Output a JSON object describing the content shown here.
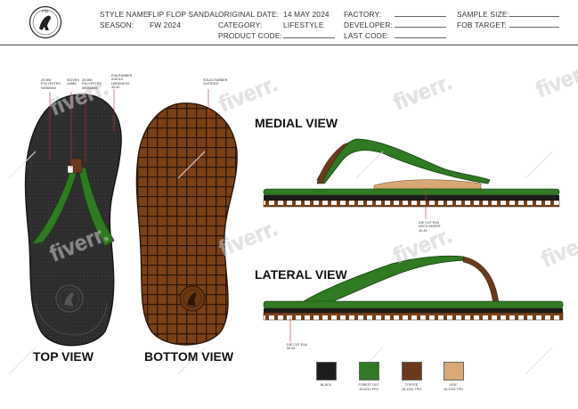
{
  "header": {
    "logo_text": "PTAL",
    "style_label": "STYLE NAME:",
    "style_value": "FLIP FLOP SANDAL",
    "season_label": "SEASON:",
    "season_value": "FW 2024",
    "orig_date_label": "ORIGINAL DATE:",
    "orig_date_value": "14 MAY 2024",
    "category_label": "CATEGORY:",
    "category_value": "LIFESTYLE",
    "product_code_label": "PRODUCT CODE:",
    "factory_label": "FACTORY:",
    "developer_label": "DEVELOPER:",
    "last_code_label": "LAST CODE:",
    "sample_size_label": "SAMPLE SIZE:",
    "fob_target_label": "FOB TARGET:"
  },
  "views": {
    "top": "TOP VIEW",
    "bottom": "BOTTOM VIEW",
    "medial": "MEDIAL VIEW",
    "lateral": "LATERAL VIEW"
  },
  "callouts": {
    "webbing": "25 MM\nPOLYESTER\nWEBBING",
    "woven_label": "WOVEN\nLABEL",
    "poly_webbing": "25 MM\nPOLYESTER\nWEBBING",
    "eva_insole": "EVA RUBBER\nINSOLE\nHARDNESS\n35-40",
    "solid_rubber": "SOLID RUBBER\nOUTSOLE",
    "arch_insert": "DIE CUT EVA\nARCH INSERT\n40-45",
    "midsole": "DIE CUT EVA\n50-55"
  },
  "watermark": "fiverr.",
  "swatches": [
    {
      "name": "BLACK",
      "code": "",
      "color": "#1c1c1c"
    },
    {
      "name": "FOREST GLF",
      "code": "19-6211 TPG",
      "color": "#2f7a22"
    },
    {
      "name": "TOFFEE",
      "code": "18-1031 TPG",
      "color": "#6b3a1c"
    },
    {
      "name": "DOE",
      "code": "16-1333 TPG",
      "color": "#d9a877"
    }
  ],
  "colors": {
    "sole": "#2a2a2a",
    "strap": "#2f7a22",
    "toffee": "#6b3a1c",
    "doe": "#d9a877",
    "outsole": "#7a4016"
  }
}
